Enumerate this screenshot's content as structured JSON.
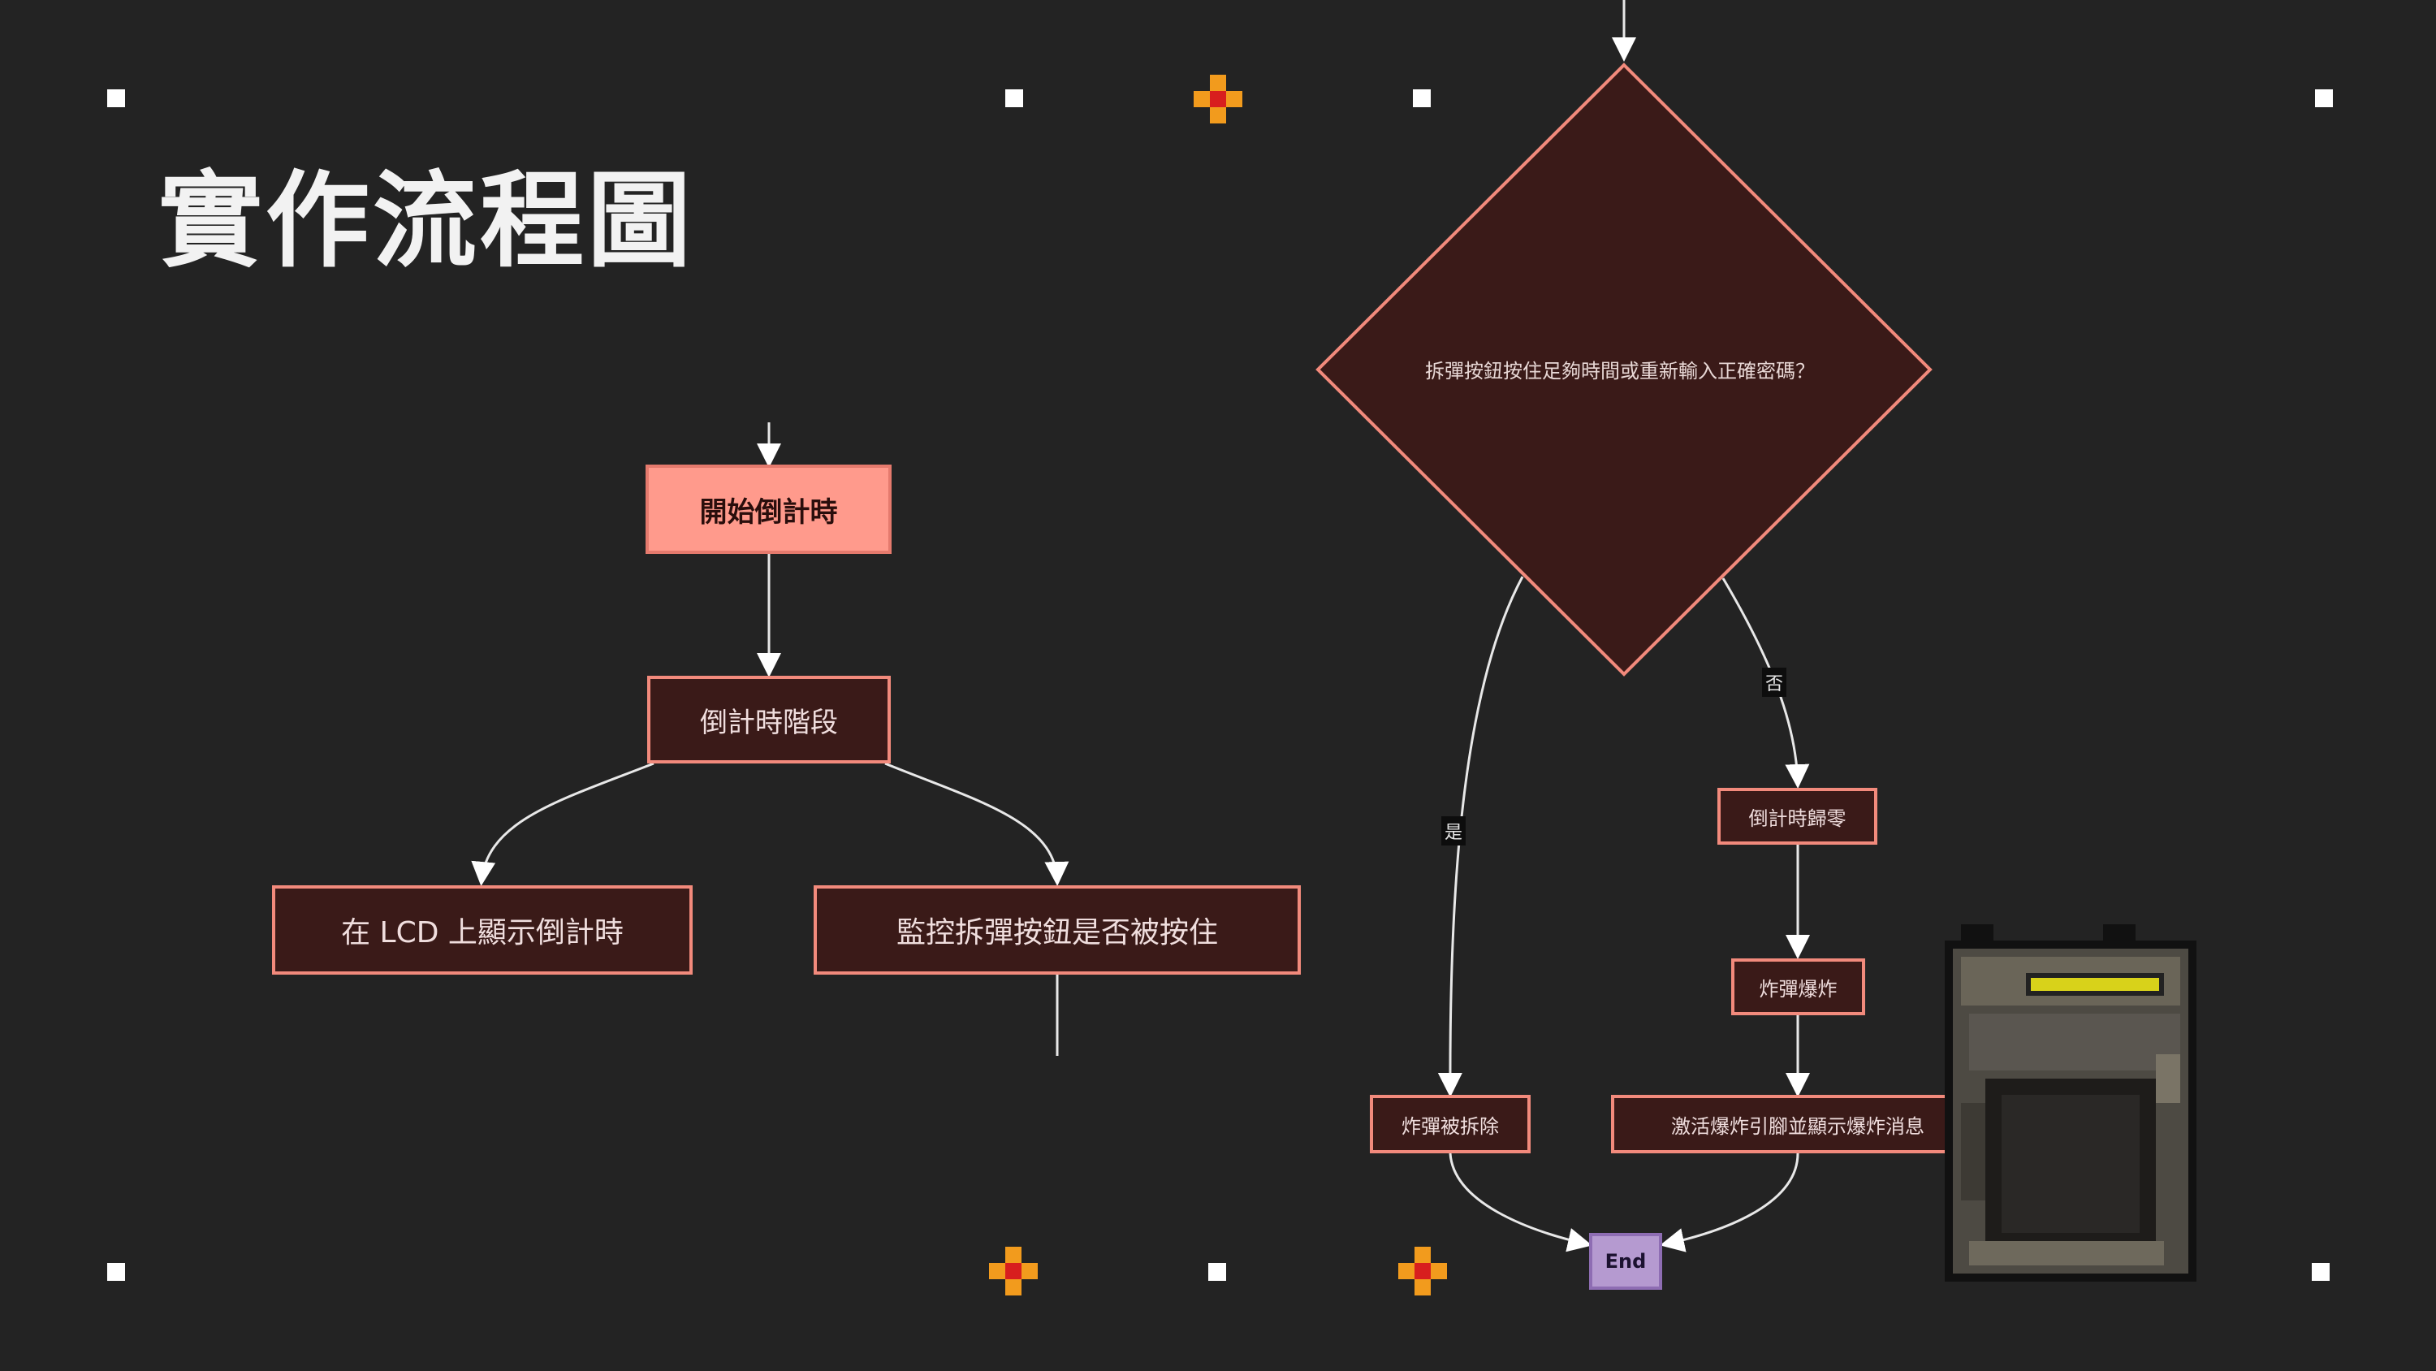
{
  "title": "實作流程圖",
  "nodes": {
    "start": "開始倒計時",
    "countdown_phase": "倒計時階段",
    "lcd": "在 LCD 上顯示倒計時",
    "monitor": "監控拆彈按鈕是否被按住",
    "decision": "拆彈按鈕按住足夠時間或重新輸入正確密碼？",
    "zero": "倒計時歸零",
    "explode": "炸彈爆炸",
    "defused": "炸彈被拆除",
    "activate": "激活爆炸引腳並顯示爆炸消息",
    "end": "End"
  },
  "edge_labels": {
    "yes": "是",
    "no": "否"
  },
  "colors": {
    "background": "#232323",
    "node_fill": "#3a1a18",
    "node_border": "#f28a7c",
    "start_fill": "#ff9a8c",
    "end_fill": "#b59ad0",
    "accent_orange": "#f29b1d",
    "accent_red": "#d81e1e"
  },
  "icons": [
    "pixel-square-icon",
    "pixel-plus-icon",
    "bomb-icon"
  ]
}
